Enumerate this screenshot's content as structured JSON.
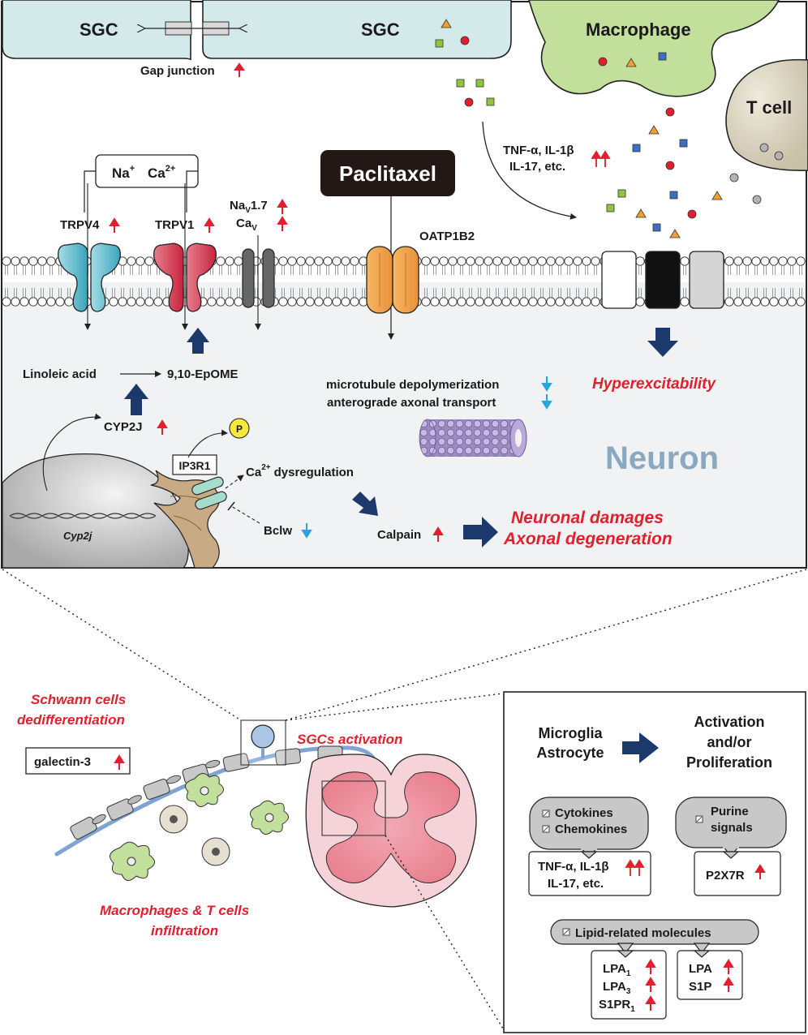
{
  "top": {
    "sgc_left": "SGC",
    "sgc_right": "SGC",
    "gap_junction": "Gap junction",
    "macrophage": "Macrophage",
    "tcell": "T cell",
    "cytokines_line1": "TNF-α, IL-1β",
    "cytokines_line2": "IL-17, etc.",
    "drug": "Paclitaxel",
    "ions_na": "Na",
    "ions_na_sup": "+",
    "ions_ca": "Ca",
    "ions_ca_sup": "2+",
    "trpv4": "TRPV4",
    "trpv1": "TRPV1",
    "nav_base": "Na",
    "nav_sub": "V",
    "nav_rest": "1.7",
    "cav_base": "Ca",
    "cav_sub": "V",
    "oatp": "OATP1B2",
    "linoleic": "Linoleic acid",
    "epome": "9,10-EpOME",
    "cyp2j": "CYP2J",
    "gene": "Cyp2j",
    "ip3r1": "IP3R1",
    "phospho": "P",
    "ca_base": "Ca",
    "ca_sup": "2+",
    "ca_dysregulation": "dysregulation",
    "bclw": "Bclw",
    "calpain": "Calpain",
    "microtubule": "microtubule depolymerization",
    "anterograde": "anterograde axonal transport",
    "hyperexcitability": "Hyperexcitability",
    "neuron": "Neuron",
    "damage1": "Neuronal damages",
    "damage2": "Axonal degeneration"
  },
  "bottom": {
    "schwann1": "Schwann cells",
    "schwann2": "dedifferentiation",
    "galectin": "galectin-3",
    "sgc_activation": "SGCs activation",
    "mac_t1": "Macrophages & T cells",
    "mac_t2": "infiltration",
    "microglia": "Microglia",
    "astrocyte": "Astrocyte",
    "activation1": "Activation",
    "activation2": "and/or",
    "activation3": "Proliferation",
    "cyto_bubble1": "Cytokines",
    "cyto_bubble2": "Chemokines",
    "cyto_box1": "TNF-α, IL-1β",
    "cyto_box2": "IL-17, etc.",
    "purine1": "Purine",
    "purine2": "signals",
    "p2x7r": "P2X7R",
    "lipid": "Lipid-related molecules",
    "lpa1_base": "LPA",
    "lpa1_sub": "1",
    "lpa3_base": "LPA",
    "lpa3_sub": "3",
    "s1pr1_base": "S1PR",
    "s1pr1_sub": "1",
    "lpa": "LPA",
    "s1p": "S1P"
  },
  "colors": {
    "accent_red": "#e0202e",
    "down_blue": "#25a6dc",
    "navy_arrow": "#1b3a6b",
    "neuron_label": "#8aa8bf",
    "sgc_fill": "#d3e9ea",
    "macrophage_fill": "#c3df9c"
  }
}
